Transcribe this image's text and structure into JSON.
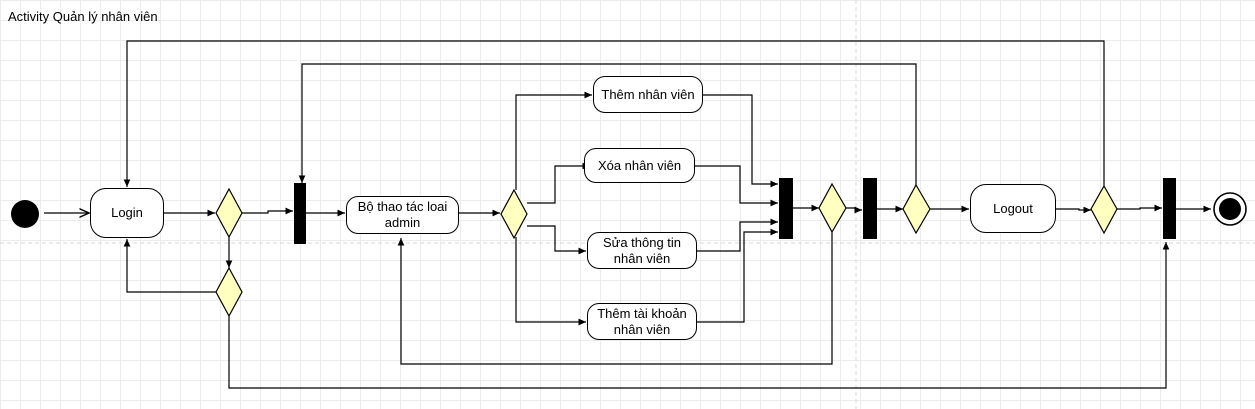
{
  "diagram": {
    "title": "Activity Quản lý nhân viên",
    "nodes": {
      "login": "Login",
      "admin_ops": "Bộ thao tác loai admin",
      "add_employee": "Thêm nhân viên",
      "delete_employee": "Xóa nhân viên",
      "edit_employee": "Sửa thông tin nhân viên",
      "add_account": "Thêm tài khoản nhân viên",
      "logout": "Logout"
    },
    "colors": {
      "decision_fill": "#ffffc0",
      "node_fill": "#ffffff",
      "stroke": "#000000",
      "bar": "#000000"
    }
  }
}
